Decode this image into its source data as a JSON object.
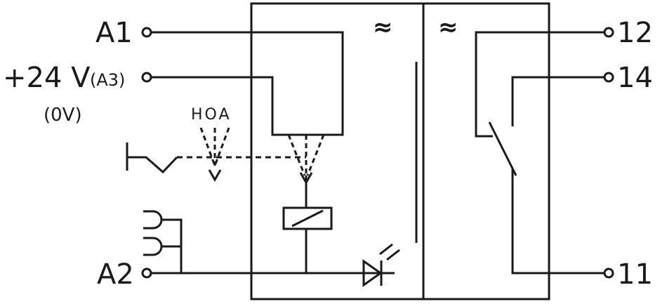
{
  "terminals": {
    "a1": "A1",
    "plus24v": "+24 V",
    "a3": "(A3)",
    "zero_v": "(0V)",
    "a2": "A2",
    "t12": "12",
    "t14": "14",
    "t11": "11"
  },
  "hoa_label": "HOA",
  "module_symbols": {
    "left_tilde": "≈",
    "right_tilde": "≈"
  },
  "colors": {
    "stroke": "#1a1a1a",
    "background": "#ffffff"
  }
}
